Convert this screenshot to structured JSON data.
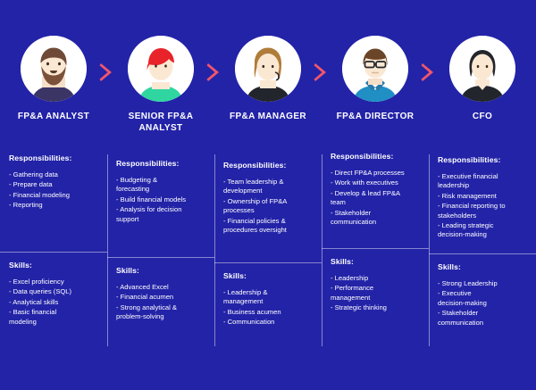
{
  "theme": {
    "background": "#2323a8",
    "text": "#ffffff",
    "divider": "rgba(255,255,255,0.45)",
    "arrow": "#f0566a",
    "circle": "#ffffff"
  },
  "section_labels": {
    "responsibilities": "Responsibilities:",
    "skills": "Skills:"
  },
  "roles": [
    {
      "title": "FP&A ANALYST",
      "avatar_icon": "avatar-bearded-man-icon",
      "responsibilities": [
        "- Gathering data",
        "- Prepare data",
        "- Financial modeling",
        "- Reporting"
      ],
      "skills": [
        "- Excel proficiency",
        "- Data queries (SQL)",
        "- Analytical skills",
        "- Basic financial\nmodeling"
      ]
    },
    {
      "title": "SENIOR FP&A ANALYST",
      "avatar_icon": "avatar-red-hair-woman-icon",
      "responsibilities": [
        "- Budgeting &\nforecasting",
        "- Build financial models",
        "- Analysis for decision\nsupport"
      ],
      "skills": [
        "- Advanced Excel",
        "- Financial acumen",
        "- Strong analytical &\nproblem-solving"
      ]
    },
    {
      "title": "FP&A MANAGER",
      "avatar_icon": "avatar-blonde-woman-icon",
      "responsibilities": [
        "- Team leadership &\ndevelopment",
        "- Ownership of FP&A\nprocesses",
        "- Financial policies &\nprocedures oversight"
      ],
      "skills": [
        "- Leadership &\nmanagement",
        "- Business acumen",
        "- Communication"
      ]
    },
    {
      "title": "FP&A DIRECTOR",
      "avatar_icon": "avatar-man-glasses-icon",
      "responsibilities": [
        "- Direct FP&A processes",
        "- Work with executives",
        "- Develop & lead FP&A\nteam",
        "- Stakeholder\ncommunication"
      ],
      "skills": [
        "- Leadership",
        "- Performance\nmanagement",
        "- Strategic thinking"
      ]
    },
    {
      "title": "CFO",
      "avatar_icon": "avatar-dark-hair-woman-icon",
      "responsibilities": [
        "- Executive financial\nleadership",
        "- Risk management",
        "- Financial reporting to\nstakeholders",
        "- Leading strategic\ndecision-making"
      ],
      "skills": [
        "- Strong Leadership",
        "- Executive\ndecision-making",
        "- Stakeholder\ncommunication"
      ]
    }
  ],
  "arrows": [
    {
      "name": "arrow-1",
      "icon": "chevron-right-icon"
    },
    {
      "name": "arrow-2",
      "icon": "chevron-right-icon"
    },
    {
      "name": "arrow-3",
      "icon": "chevron-right-icon"
    },
    {
      "name": "arrow-4",
      "icon": "chevron-right-icon"
    }
  ]
}
